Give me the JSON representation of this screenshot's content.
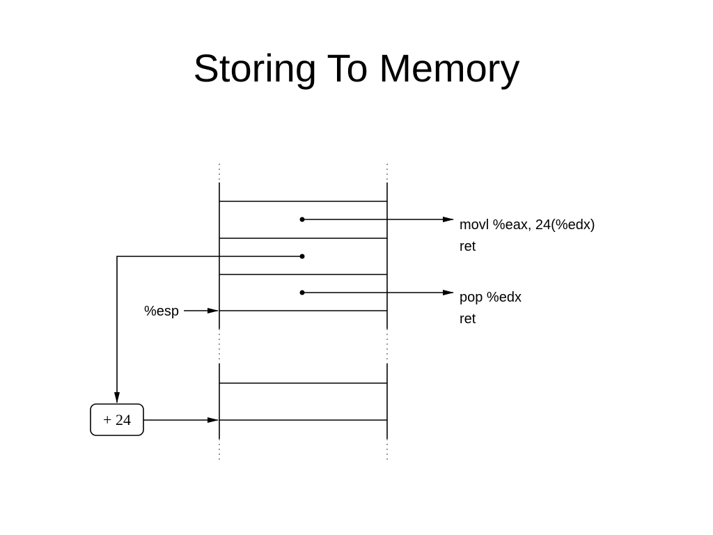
{
  "slide": {
    "title": "Storing To Memory"
  },
  "diagram": {
    "gadget_1": {
      "line_1": "movl %eax, 24(%edx)",
      "line_2": "ret"
    },
    "gadget_2": {
      "line_1": "pop %edx",
      "line_2": "ret"
    },
    "stack_pointer_label": "%esp",
    "offset_box_label": "+ 24"
  }
}
